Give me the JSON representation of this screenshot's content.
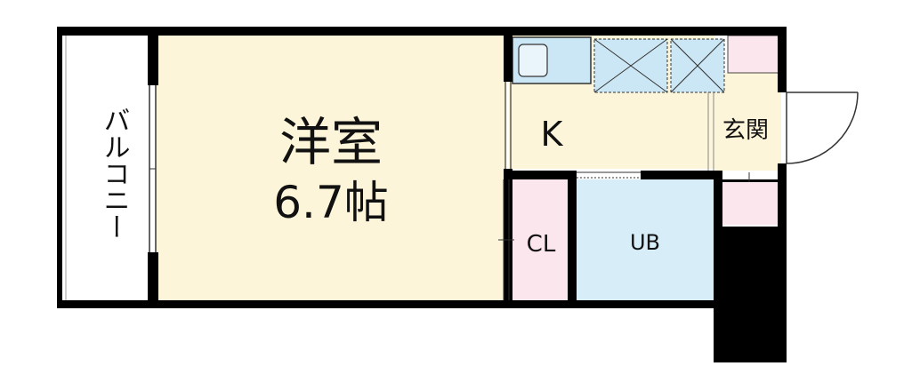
{
  "floorplan": {
    "colors": {
      "wall": "#000000",
      "western_room_floor": "#fdf5d9",
      "kitchen_floor": "#fdf5d9",
      "entrance_floor": "#fdf5d9",
      "closet_floor": "#fbe6ee",
      "bathroom_floor": "#d7eef9",
      "fixture_blue": "#cbe6f4",
      "fixture_outline": "#3a3a3a",
      "balcony_fill": "#ffffff"
    },
    "labels": {
      "balcony": "バルコニー",
      "western_room_name": "洋室",
      "western_room_size": "6.7帖",
      "kitchen": "K",
      "entrance": "玄関",
      "closet": "CL",
      "bathroom": "UB"
    }
  }
}
